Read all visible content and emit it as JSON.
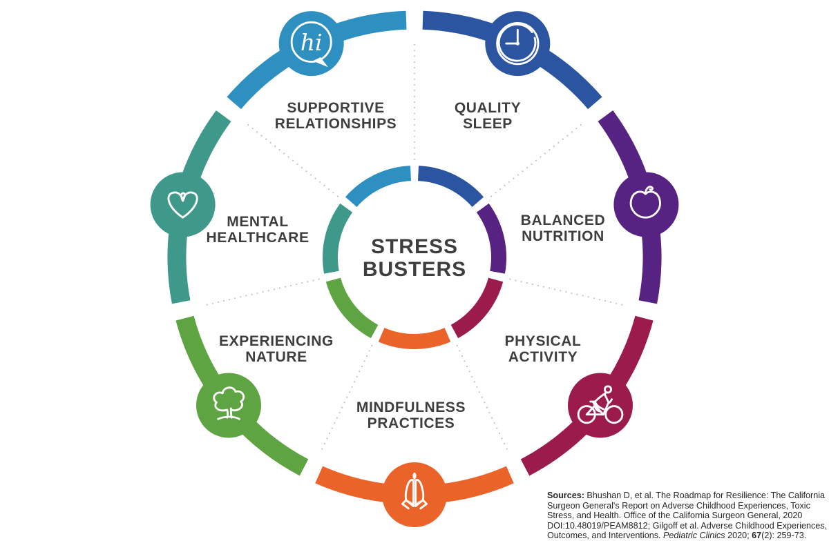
{
  "title": {
    "line1": "STRESS",
    "line2": "BUSTERS"
  },
  "speech_bubble_text": "hi",
  "colors": {
    "background": "#ffffff",
    "heading_text": "#3e3e3e",
    "label_text": "#3e3e3e",
    "sources_text": "#262626",
    "dotted_divider": "#c2c2c2",
    "icon_stroke": "#ffffff"
  },
  "segments": [
    {
      "id": "quality-sleep",
      "label": [
        "QUALITY",
        "SLEEP"
      ],
      "color": "#2b55a0",
      "icon": "clock-icon"
    },
    {
      "id": "balanced-nutrition",
      "label": [
        "BALANCED",
        "NUTRITION"
      ],
      "color": "#572382",
      "icon": "apple-icon"
    },
    {
      "id": "physical-activity",
      "label": [
        "PHYSICAL",
        "ACTIVITY"
      ],
      "color": "#9c1b4d",
      "icon": "cyclist-icon"
    },
    {
      "id": "mindfulness-practices",
      "label": [
        "MINDFULNESS",
        "PRACTICES"
      ],
      "color": "#ea6328",
      "icon": "praying-hands-icon"
    },
    {
      "id": "experiencing-nature",
      "label": [
        "EXPERIENCING",
        "NATURE"
      ],
      "color": "#5ea443",
      "icon": "tree-icon"
    },
    {
      "id": "mental-healthcare",
      "label": [
        "MENTAL",
        "HEALTHCARE"
      ],
      "color": "#3f998b",
      "icon": "heart-icon"
    },
    {
      "id": "supportive-relationships",
      "label": [
        "SUPPORTIVE",
        "RELATIONSHIPS"
      ],
      "color": "#2e90c0",
      "icon": "speech-bubble-hi-icon"
    }
  ],
  "sources_lines": [
    [
      {
        "t": "Sources:",
        "b": true
      },
      {
        "t": " Bhushan D, et al. The Roadmap for Resilience: The California"
      }
    ],
    [
      {
        "t": "Surgeon General's Report on Adverse Childhood Experiences, Toxic"
      }
    ],
    [
      {
        "t": "Stress, and Health. Office of the California Surgeon General, 2020"
      }
    ],
    [
      {
        "t": "DOI:10.48019/PEAM8812; Gilgoff et al. Adverse Childhood Experiences,"
      }
    ],
    [
      {
        "t": "Outcomes, and Interventions. "
      },
      {
        "t": "Pediatric Clinics",
        "i": true
      },
      {
        "t": " 2020; "
      },
      {
        "t": "67",
        "b": true
      },
      {
        "t": "(2): 259-73."
      }
    ]
  ]
}
